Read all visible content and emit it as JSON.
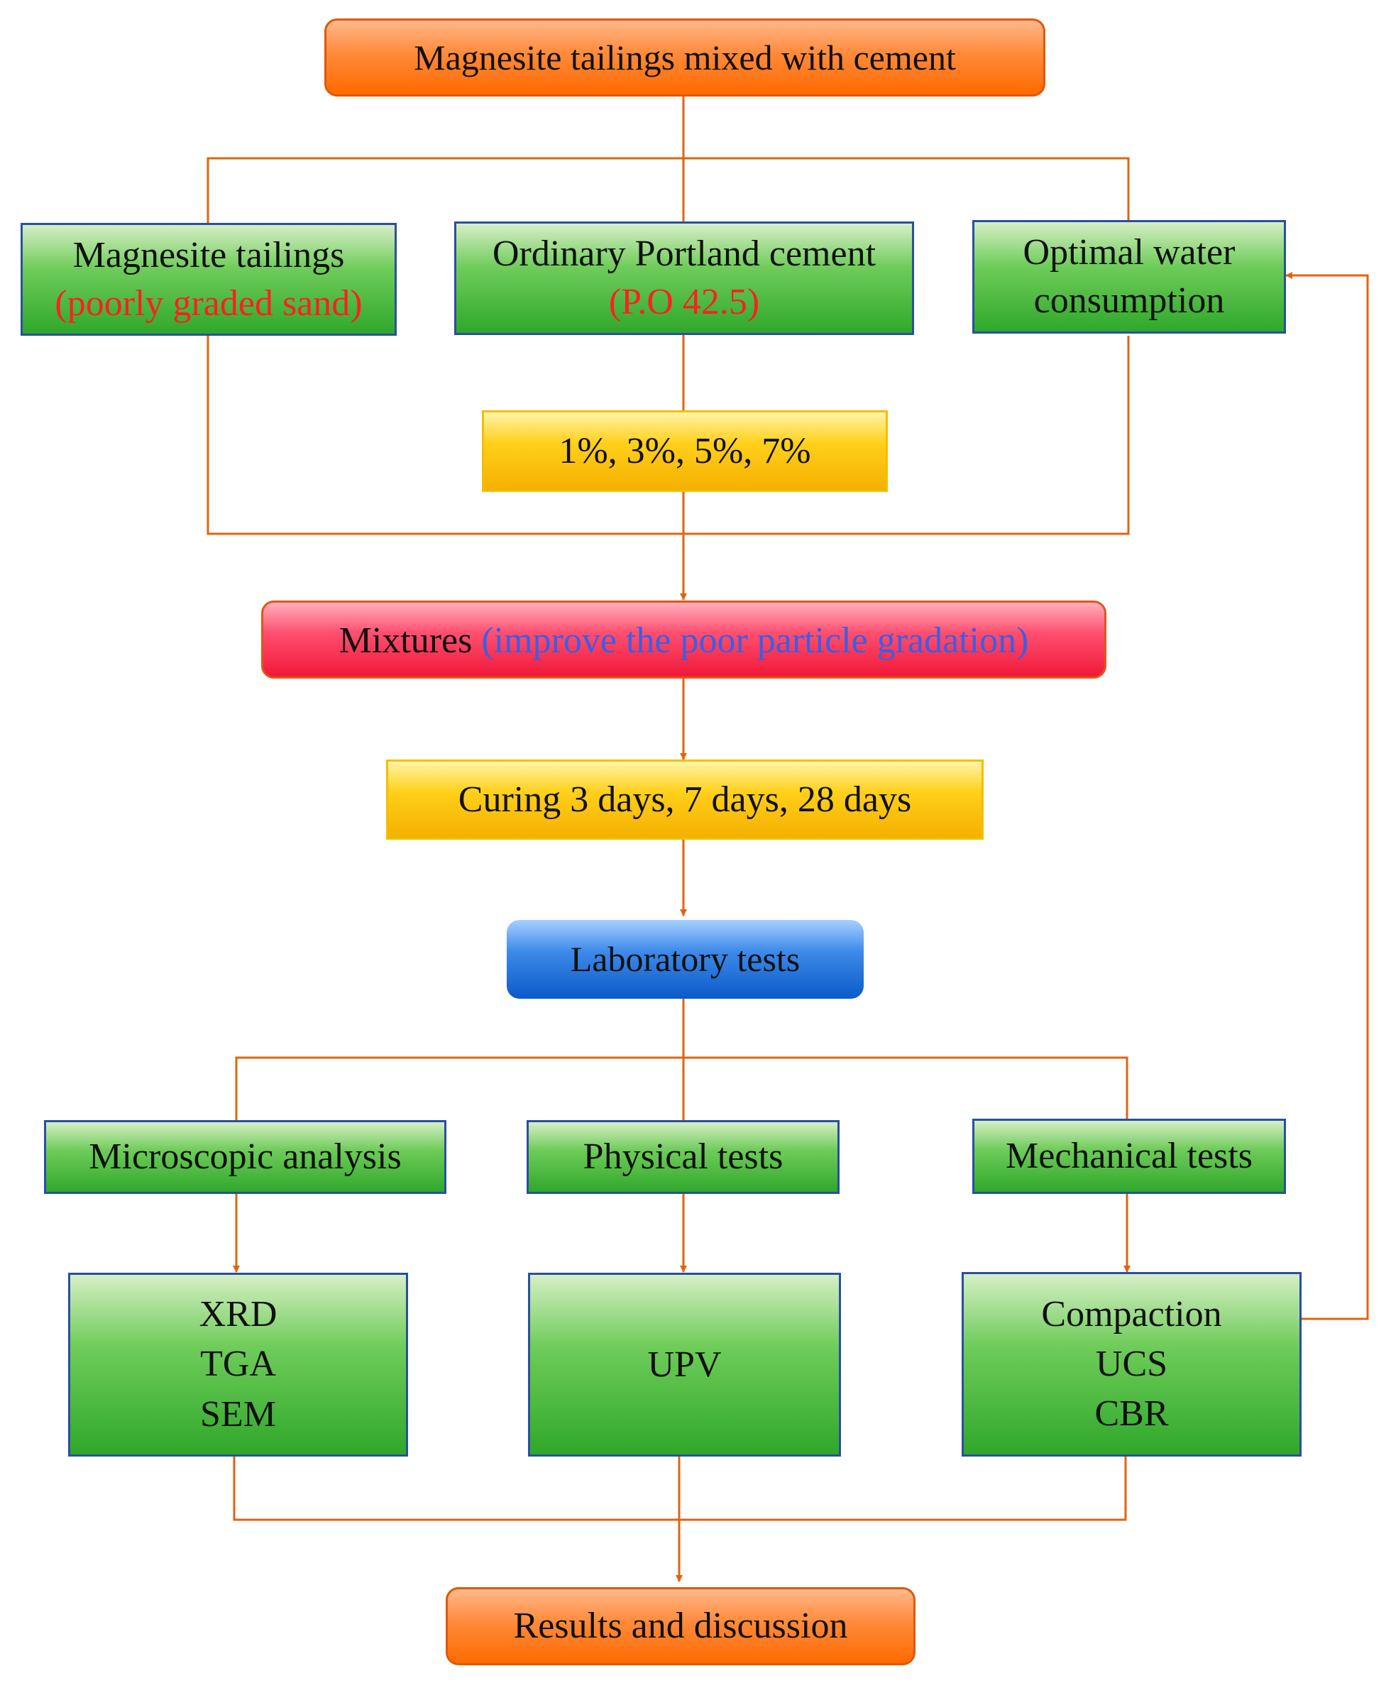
{
  "nodes": {
    "top": "Magnesite tailings mixed with cement",
    "tailings": {
      "line1": "Magnesite tailings",
      "line2": "(poorly graded sand)"
    },
    "cement": {
      "line1": "Ordinary Portland cement",
      "line2": "(P.O 42.5)"
    },
    "water": {
      "line1": "Optimal water",
      "line2": "consumption"
    },
    "percent": "1%, 3%, 5%, 7%",
    "mixtures": {
      "main": "Mixtures",
      "note": "(improve the poor particle gradation)"
    },
    "curing": "Curing 3 days, 7 days, 28 days",
    "lab": "Laboratory tests",
    "micro": "Microscopic analysis",
    "physical": "Physical tests",
    "mechanical": "Mechanical tests",
    "micro_items": [
      "XRD",
      "TGA",
      "SEM"
    ],
    "physical_items": [
      "UPV"
    ],
    "mechanical_items": [
      "Compaction",
      "UCS",
      "CBR"
    ],
    "results": "Results and discussion"
  },
  "colors": {
    "connector": "#e0640f",
    "orange": "#ff8a3a",
    "green": "#3cb83a",
    "yellow": "#ffd01a",
    "red": "#ff3a5a",
    "blue": "#1f6fd8",
    "border_blue": "#2a4fa0",
    "note_red": "#ff2020",
    "note_blue": "#3a5ee8"
  }
}
